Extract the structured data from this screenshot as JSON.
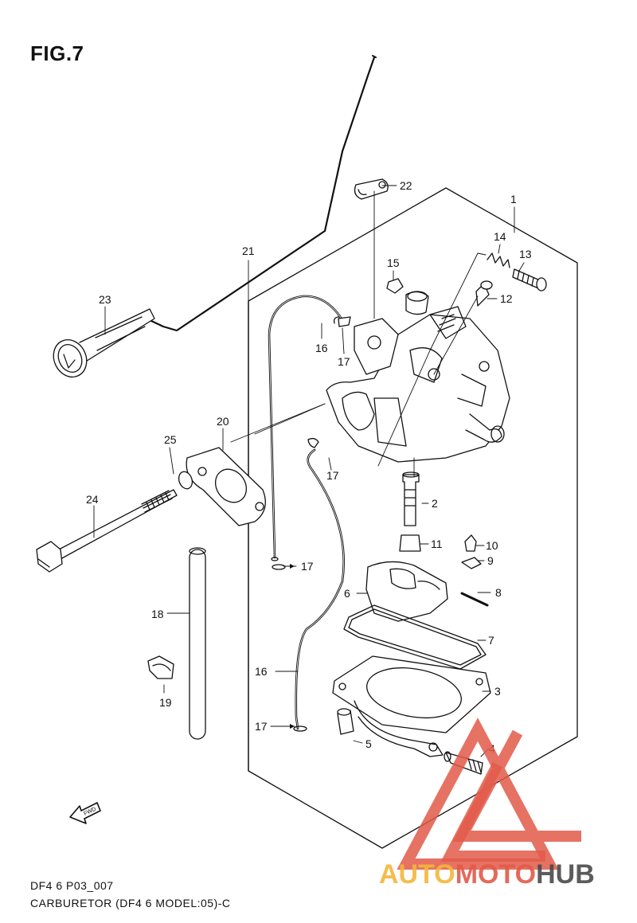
{
  "figure": {
    "title": "FIG.7"
  },
  "callouts": [
    {
      "num": "1"
    },
    {
      "num": "2"
    },
    {
      "num": "3"
    },
    {
      "num": "4"
    },
    {
      "num": "5"
    },
    {
      "num": "6"
    },
    {
      "num": "7"
    },
    {
      "num": "8"
    },
    {
      "num": "9"
    },
    {
      "num": "10"
    },
    {
      "num": "11"
    },
    {
      "num": "12"
    },
    {
      "num": "13"
    },
    {
      "num": "14"
    },
    {
      "num": "15"
    },
    {
      "num": "16"
    },
    {
      "num": "16"
    },
    {
      "num": "17"
    },
    {
      "num": "17"
    },
    {
      "num": "17"
    },
    {
      "num": "17"
    },
    {
      "num": "18"
    },
    {
      "num": "19"
    },
    {
      "num": "20"
    },
    {
      "num": "21"
    },
    {
      "num": "22"
    },
    {
      "num": "23"
    },
    {
      "num": "24"
    },
    {
      "num": "25"
    }
  ],
  "fwd_label": "FWD",
  "footer": {
    "code": "DF4 6 P03_007",
    "caption": "CARBURETOR (DF4 6 MODEL:05)-C"
  },
  "watermark": {
    "part1": "AUTO",
    "part2": "MOTO",
    "part3": "HUB",
    "colors": {
      "yellow": "#f3b63b",
      "red": "#e25a4a",
      "gray": "#4a4a4a"
    }
  }
}
